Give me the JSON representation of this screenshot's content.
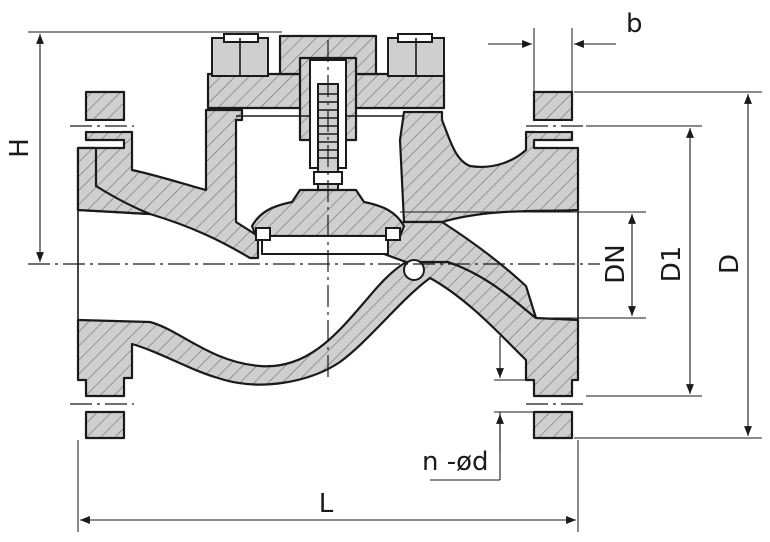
{
  "labels": {
    "height": "H",
    "flange_thickness": "b",
    "nominal_diameter": "DN",
    "bolt_circle_diameter": "D1",
    "flange_diameter": "D",
    "bolt_holes": "n -ød",
    "length": "L"
  },
  "colors": {
    "line": "#1a1a1a",
    "section_fill": "#cfcfcf",
    "hatch": "#6e6e6e",
    "background": "#ffffff"
  }
}
